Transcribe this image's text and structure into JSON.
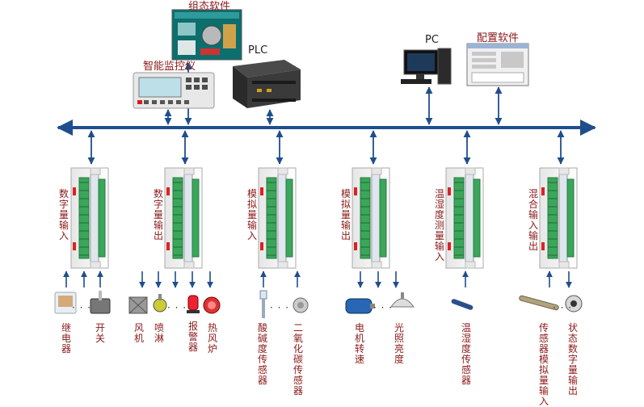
{
  "top": {
    "config_scada": "组态软件",
    "smart_monitor": "智能监控仪",
    "plc": "PLC",
    "pc": "PC",
    "config_software": "配置软件"
  },
  "modules": [
    {
      "label": "数字量输入"
    },
    {
      "label": "数字量输出"
    },
    {
      "label": "模拟量输入"
    },
    {
      "label": "模拟量输出"
    },
    {
      "label": "温湿度测量输入"
    },
    {
      "label": "混合输入输出"
    }
  ],
  "devices": {
    "relay": "继电器",
    "switch": "开关",
    "fan": "风机",
    "sprinkler": "喷淋",
    "alarm": "报警器",
    "heater": "热风炉",
    "ph_sensor": "酸碱度传感器",
    "co2_sensor": "二氧化碳传感器",
    "motor_speed": "电机转速",
    "light": "光照亮度",
    "th_sensor": "温湿度传感器",
    "sensor_analog": "传感器模拟量输入",
    "status_digital": "状态数字量输出"
  },
  "ellipsis": "· · ·",
  "colors": {
    "bus": "#1f4e8c",
    "label": "#8b1a1a",
    "terminal": "#3aa65a"
  }
}
